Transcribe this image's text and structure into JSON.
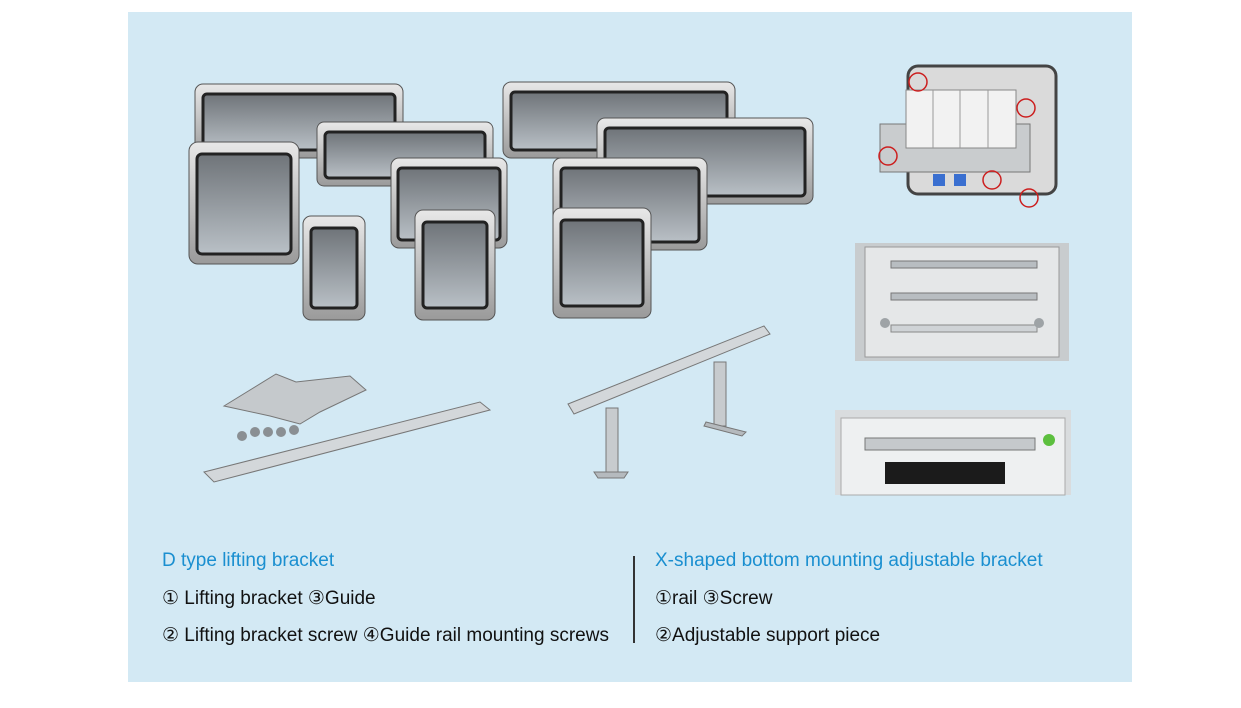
{
  "left_section": {
    "title": "D type lifting bracket",
    "line1": "① Lifting bracket  ③Guide",
    "line2": "② Lifting bracket screw  ④Guide rail mounting screws"
  },
  "right_section": {
    "title": "X-shaped bottom mounting adjustable bracket",
    "line1": "①rail  ③Screw",
    "line2": "②Adjustable support piece"
  },
  "colors": {
    "panel_background": "#d3e9f4",
    "title_color": "#1a8fd0",
    "body_text": "#111111"
  }
}
